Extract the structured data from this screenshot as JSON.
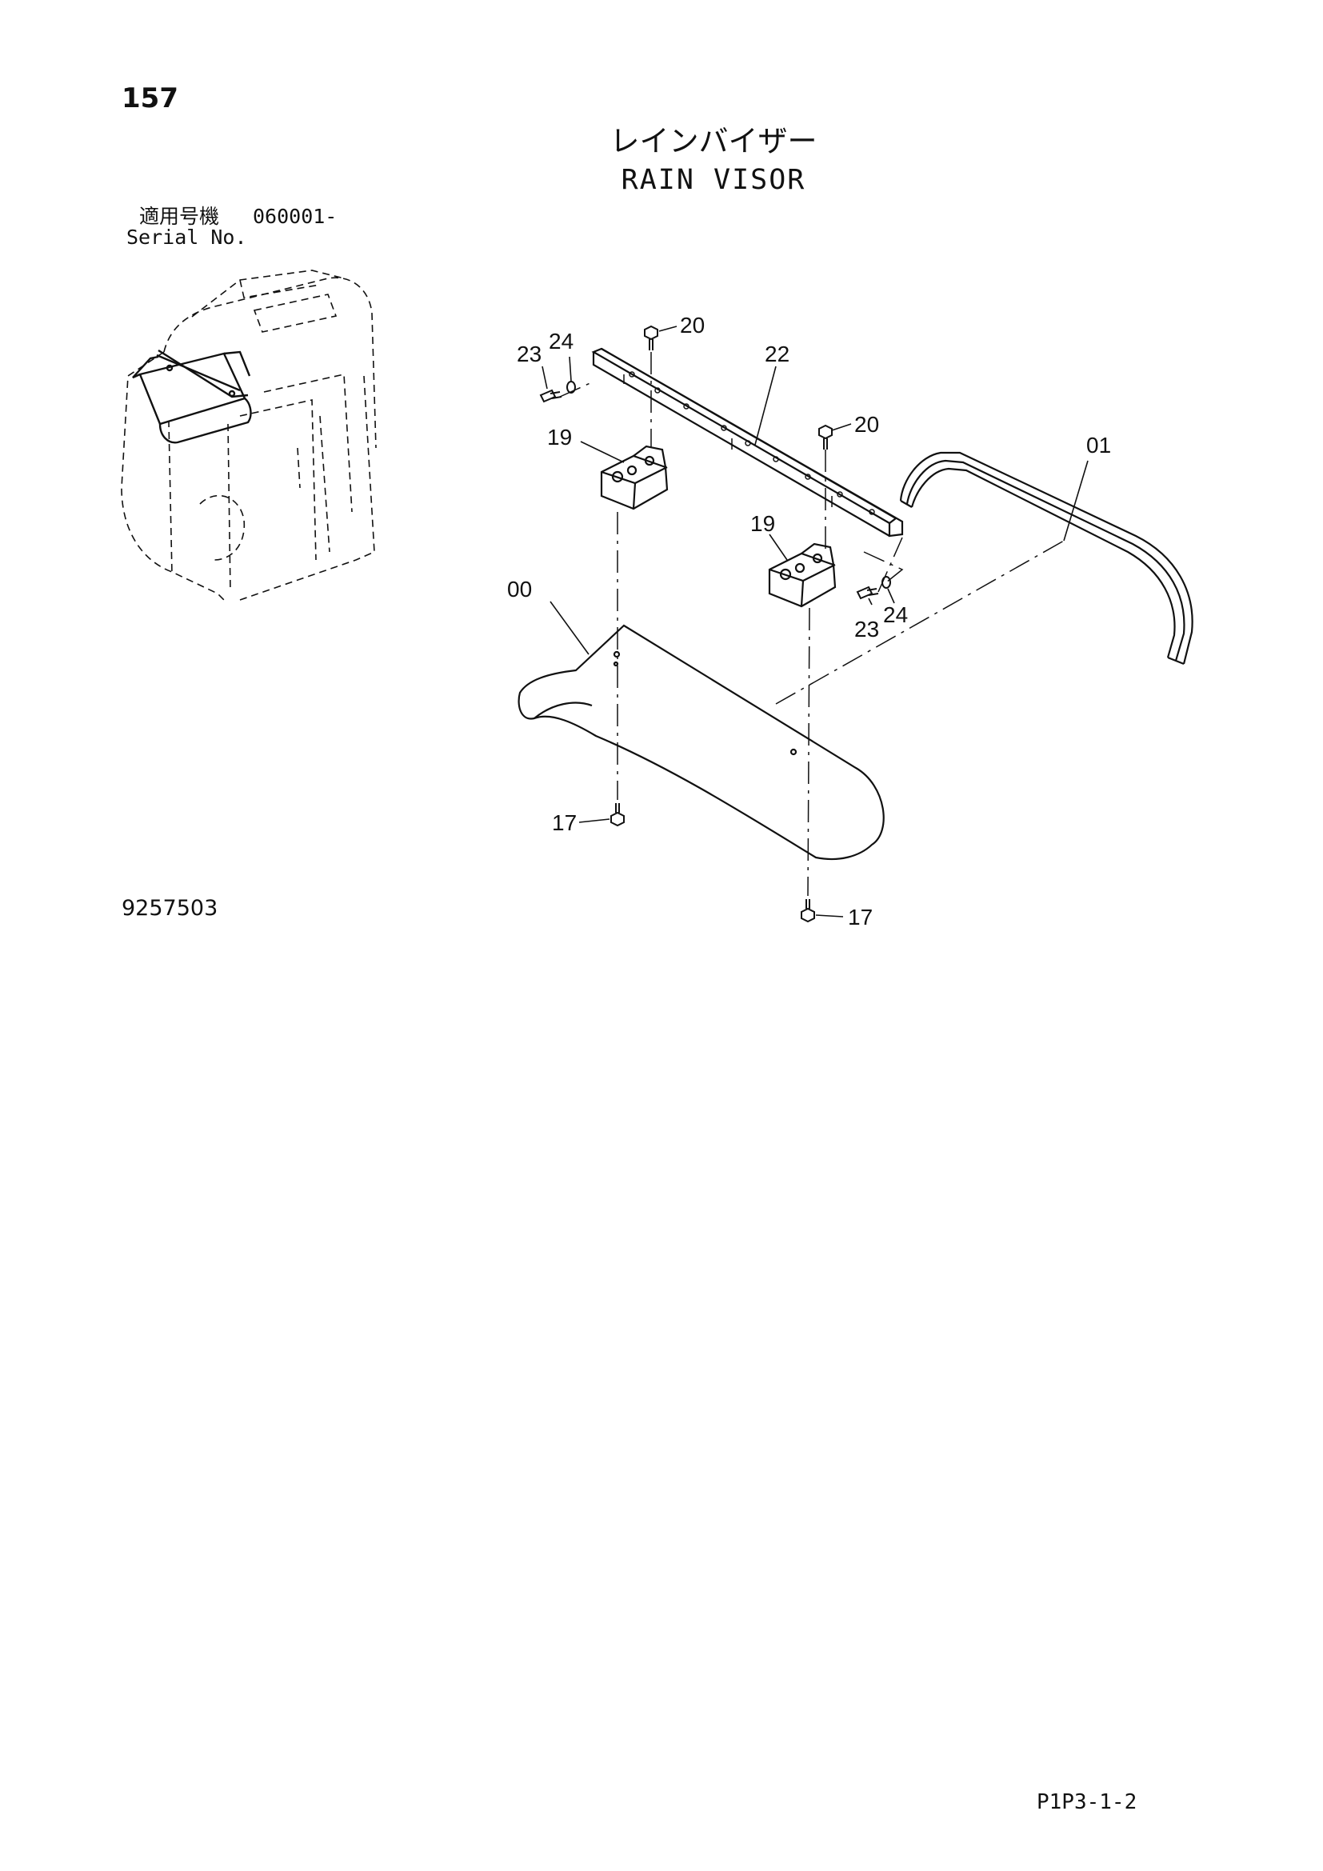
{
  "header": {
    "page_number": "157",
    "title_jp": "レインバイザー",
    "title_en": "RAIN VISOR"
  },
  "serial": {
    "label_jp": "適用号機",
    "value": "060001-",
    "label_en": "Serial No."
  },
  "callouts": {
    "c23a": "23",
    "c24a": "24",
    "c20a": "20",
    "c22": "22",
    "c20b": "20",
    "c19a": "19",
    "c01": "01",
    "c19b": "19",
    "c00": "00",
    "c23b": "23",
    "c24b": "24",
    "c17a": "17",
    "c17b": "17"
  },
  "footer": {
    "figure_code": "9257503",
    "page_code": "P1P3-1-2"
  }
}
